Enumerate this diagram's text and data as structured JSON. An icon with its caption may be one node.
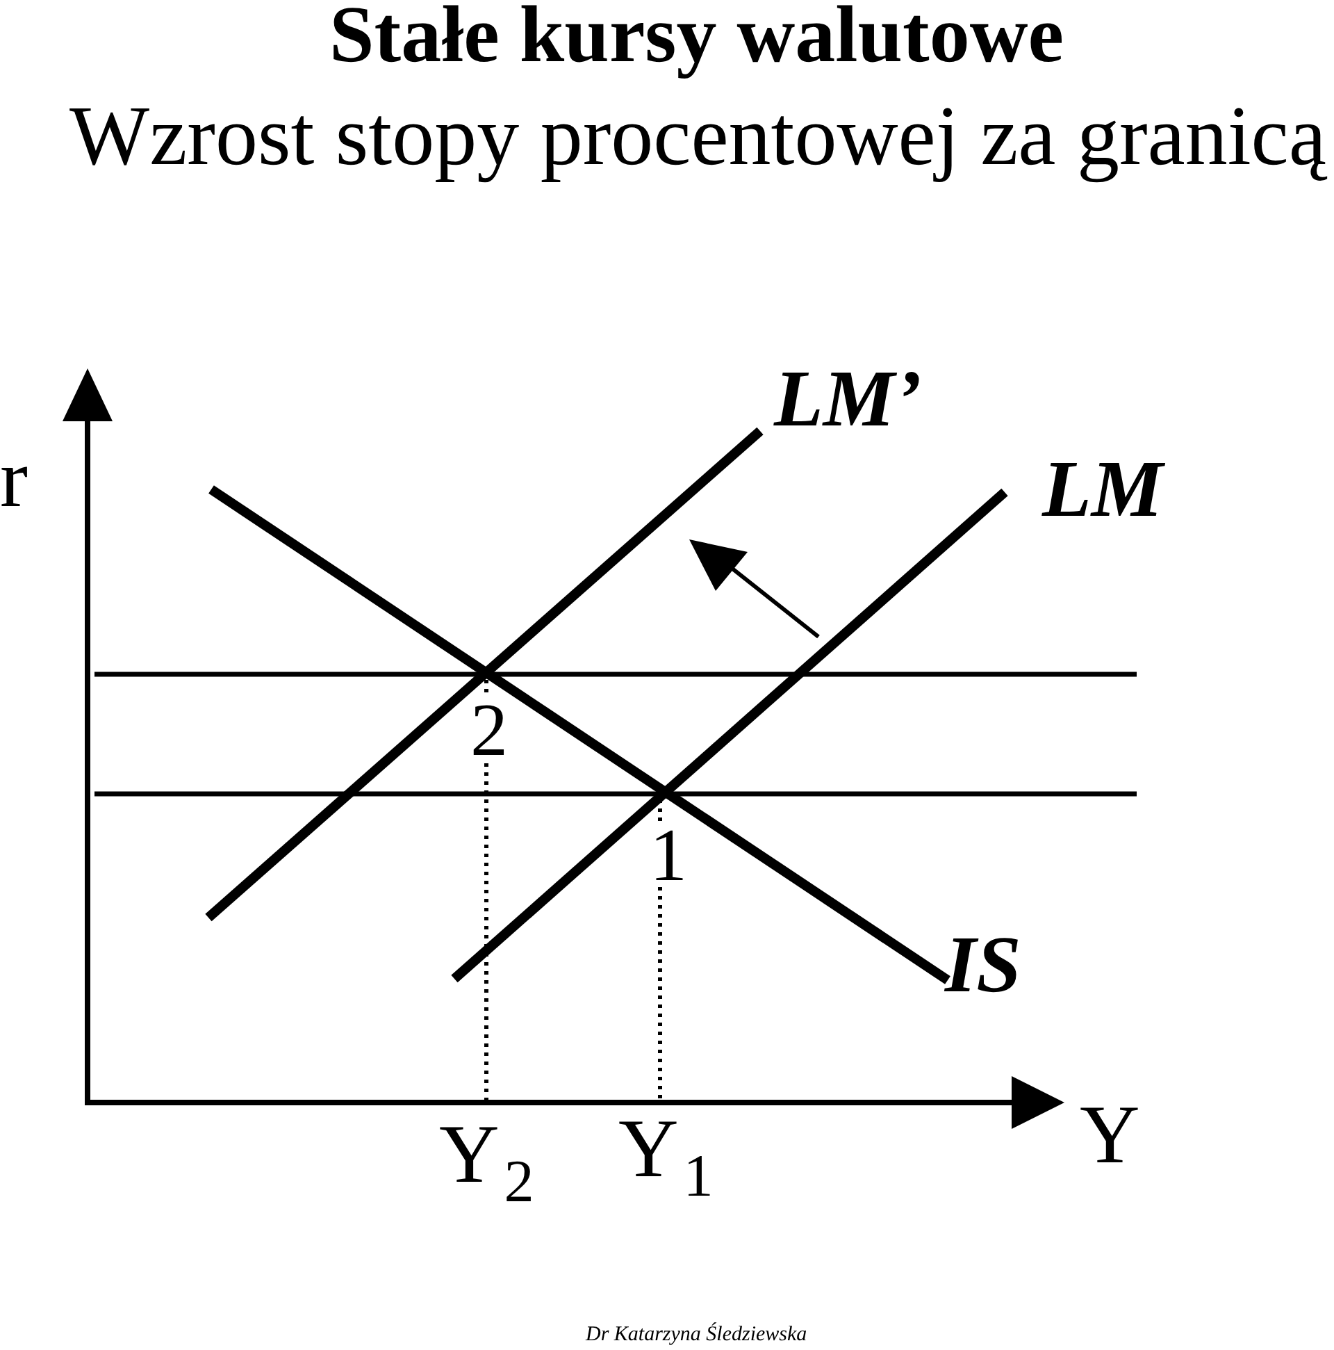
{
  "diagram": {
    "title": "Stałe kursy walutowe",
    "caption": "Dr Katarzyna Śledziewska",
    "labels": [
      "Wzrost stopy procentowej za granicą",
      "LM’",
      "r",
      "LM",
      "2",
      "1",
      "IS",
      "Y$_{2}$",
      "Y$_{1}$",
      "Y"
    ]
  }
}
